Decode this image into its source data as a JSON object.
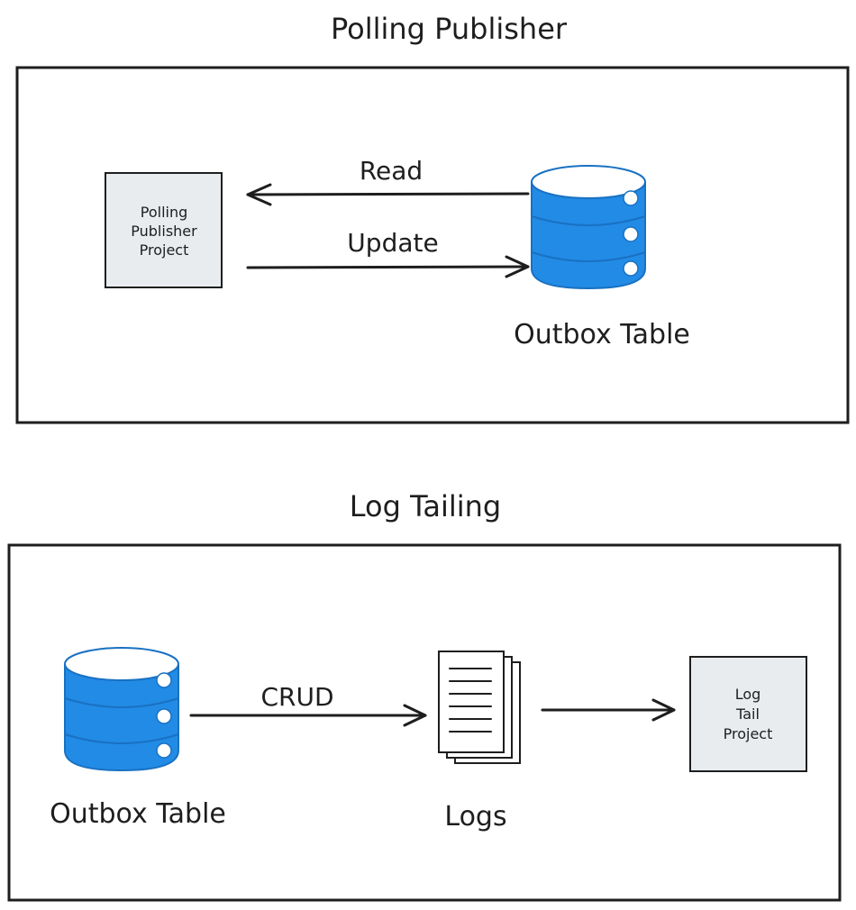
{
  "sections": {
    "polling": {
      "title": "Polling Publisher",
      "project_lines": [
        "Polling",
        "Publisher",
        "Project"
      ],
      "read_label": "Read",
      "update_label": "Update",
      "table_label": "Outbox Table"
    },
    "tailing": {
      "title": "Log Tailing",
      "table_label": "Outbox Table",
      "crud_label": "CRUD",
      "logs_label": "Logs",
      "project_lines": [
        "Log",
        "Tail",
        "Project"
      ]
    }
  },
  "colors": {
    "db_fill": "#228be6",
    "db_stroke": "#1971c2",
    "project_fill": "#e9ecef",
    "stroke": "#1e1e1e"
  },
  "icons": [
    "database-icon",
    "document-stack-icon"
  ]
}
